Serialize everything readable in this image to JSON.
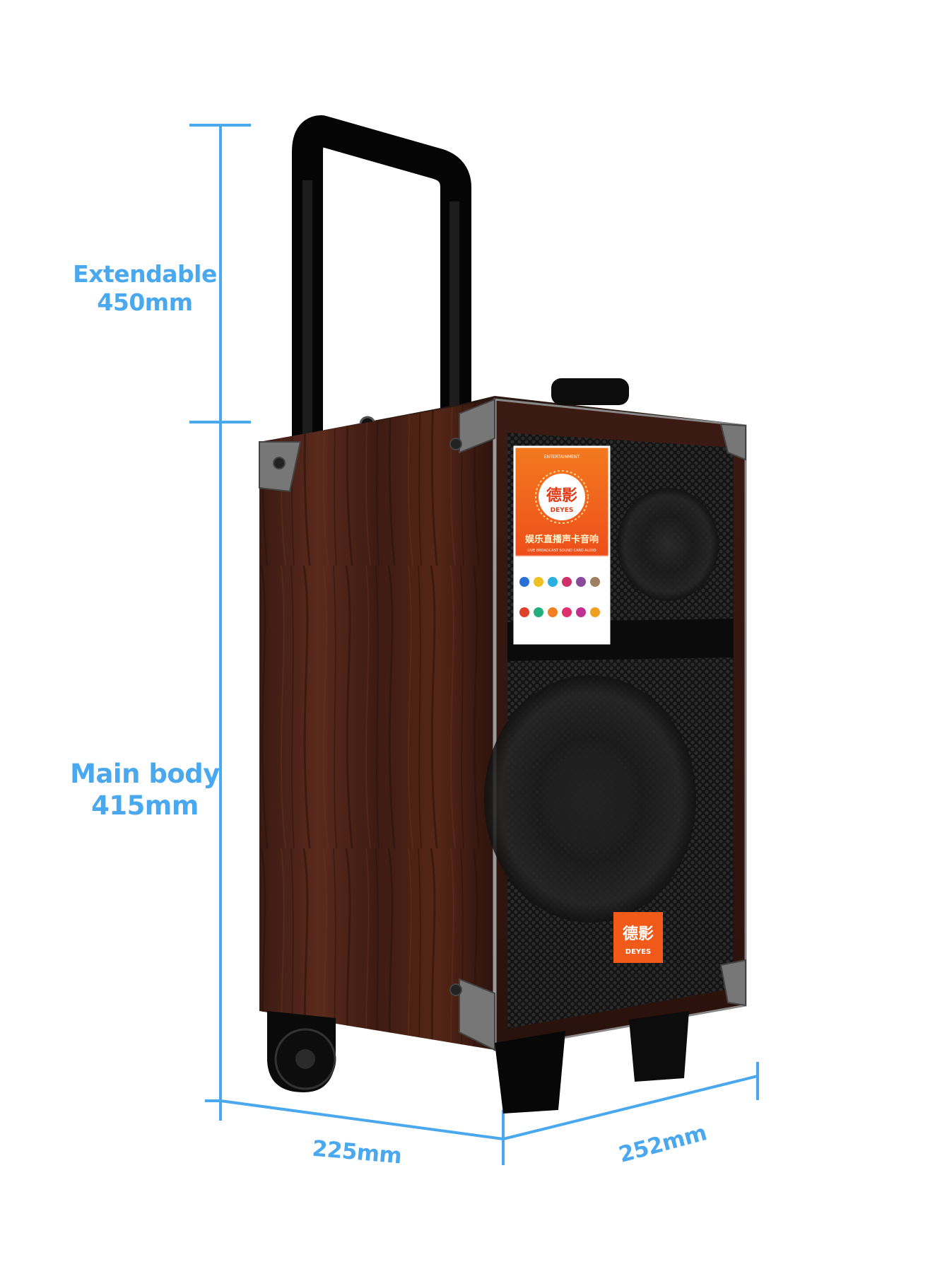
{
  "colors": {
    "accent": "#4AA8EE",
    "wood_dark": "#2E1410",
    "wood_mid": "#4A2118",
    "grille": "#161616",
    "trim": "#7B7B7B",
    "panel_orange": "#F06A1E",
    "logo_orange": "#F25A1A"
  },
  "dimensions": {
    "handle_extension": "Extendable\n450mm",
    "main_body": "Main body\n415mm",
    "depth": "225mm",
    "width": "252mm"
  },
  "product": {
    "brand_cn": "德影",
    "brand_en": "DEYES",
    "panel_heading_cn": "娱乐直播声卡音响",
    "panel_tiny_top": "ENTERTAINMENT",
    "panel_tiny_sub": "LIVE BROADCAST SOUND CARD AUDIO",
    "logo_badge_cn": "德影",
    "logo_badge_en": "DEYES"
  }
}
